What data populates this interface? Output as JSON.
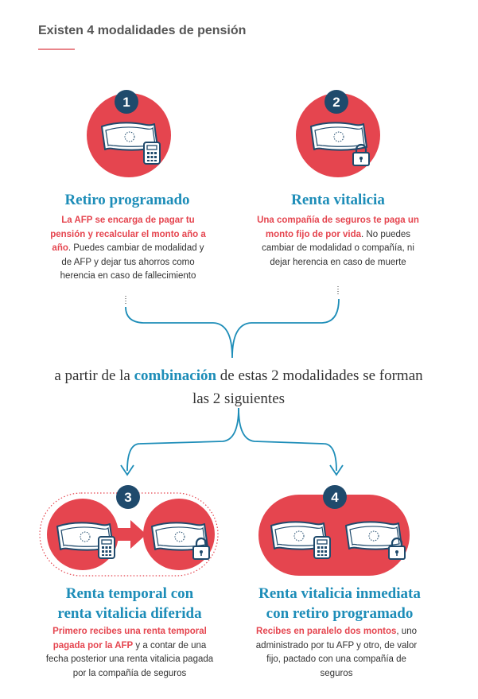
{
  "header": {
    "title": "Existen 4 modalidades de pensión"
  },
  "badges": {
    "one": "1",
    "two": "2",
    "three": "3",
    "four": "4"
  },
  "card1": {
    "title": "Retiro programado",
    "desc_hl": "La AFP se encarga de pagar tu pensión y recalcular el monto año a año",
    "desc_rest": ". Puedes cambiar de modalidad y de AFP y dejar tus ahorros como herencia en caso de fallecimiento"
  },
  "card2": {
    "title": "Renta vitalicia",
    "desc_hl": "Una compañía de seguros te paga un monto fijo de por vida",
    "desc_rest": ". No puedes cambiar de modalidad o compañía, ni dejar herencia en caso de muerte"
  },
  "combo": {
    "pre": "a partir de la ",
    "hl": "combinación",
    "post": " de estas 2 modalidades se forman las 2 siguientes"
  },
  "card3": {
    "title_line1": "Renta temporal con",
    "title_line2": "renta vitalicia diferida",
    "desc_hl": "Primero recibes una renta temporal pagada por la AFP",
    "desc_rest": " y a contar de una fecha posterior una renta vitalicia pagada por la compañía de seguros"
  },
  "card4": {
    "title_line1": "Renta vitalicia inmediata",
    "title_line2": "con retiro programado",
    "desc_hl": "Recibes en paralelo dos montos",
    "desc_rest": ", uno administrado por tu AFP y otro, de valor fijo, pactado con una compañía de seguros"
  },
  "colors": {
    "red": "#e5454f",
    "blue": "#1d8db8",
    "navy": "#1f4a6c"
  },
  "icons": [
    "banknote-icon",
    "calculator-icon",
    "padlock-icon",
    "arrow-right-icon"
  ]
}
